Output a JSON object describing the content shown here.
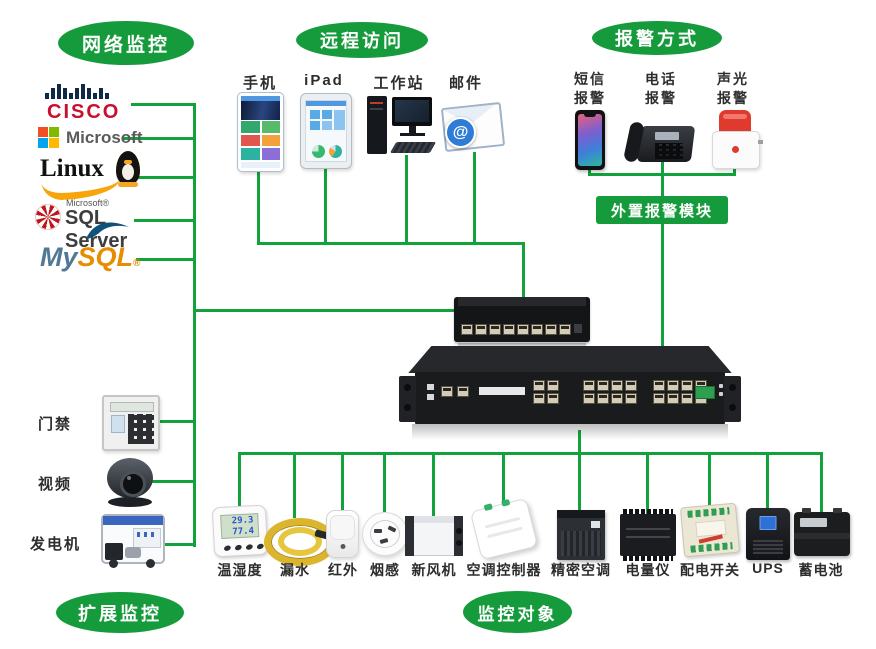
{
  "colors": {
    "line_green": "#12a23b",
    "badge_green": "#169b3c",
    "label_dark": "#2d2d2d"
  },
  "badges": {
    "network_monitoring": "网络监控",
    "remote_access": "远程访问",
    "alarm_methods": "报警方式",
    "external_alarm_module": "外置报警模块",
    "extended_monitoring": "扩展监控",
    "monitored_objects": "监控对象"
  },
  "platforms": {
    "cisco": "CISCO",
    "microsoft": "Microsoft",
    "linux": "Linux",
    "sqlserver_brand": "Microsoft®",
    "sqlserver": "SQL Server",
    "mysql_my": "My",
    "mysql_sql": "SQL",
    "mysql_reg": "®"
  },
  "remote_devices": [
    {
      "label": "手机"
    },
    {
      "label": "iPad"
    },
    {
      "label": "工作站"
    },
    {
      "label": "邮件"
    }
  ],
  "alarm_devices": [
    {
      "line1": "短信",
      "line2": "报警"
    },
    {
      "line1": "电话",
      "line2": "报警"
    },
    {
      "line1": "声光",
      "line2": "报警"
    }
  ],
  "side_devices": [
    {
      "label": "门禁"
    },
    {
      "label": "视频"
    },
    {
      "label": "发电机"
    }
  ],
  "bottom_devices": [
    {
      "label": "温湿度"
    },
    {
      "label": "漏水"
    },
    {
      "label": "红外"
    },
    {
      "label": "烟感"
    },
    {
      "label": "新风机"
    },
    {
      "label": "空调控制器"
    },
    {
      "label": "精密空调"
    },
    {
      "label": "电量仪"
    },
    {
      "label": "配电开关"
    },
    {
      "label": "UPS"
    },
    {
      "label": "蓄电池"
    }
  ],
  "thermometer_display": {
    "row1": "29.3",
    "row2": "77.4"
  },
  "email_at_symbol": "@"
}
